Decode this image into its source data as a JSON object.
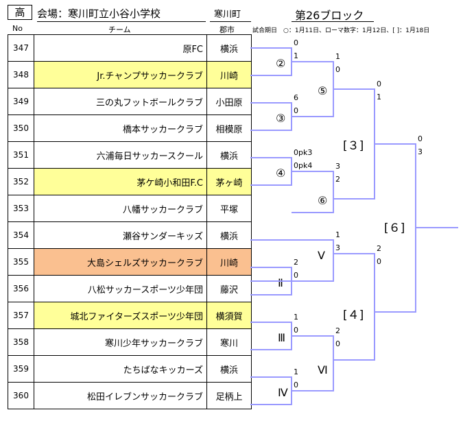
{
  "header": {
    "level": "高",
    "venue": "会場：寒川町立小谷小学校",
    "town": "寒川町",
    "block": "第26ブロック",
    "legend": "試合期日　○：1月11日、ローマ数字：1月12日、[ ]：1月18日"
  },
  "columns": {
    "no": "No",
    "team": "チーム",
    "city": "郡市"
  },
  "teams": [
    {
      "no": "347",
      "name": "原FC",
      "city": "横浜",
      "highlight": ""
    },
    {
      "no": "348",
      "name": "Jr.チャンプサッカークラブ",
      "city": "川崎",
      "highlight": "yellow"
    },
    {
      "no": "349",
      "name": "三の丸フットボールクラブ",
      "city": "小田原",
      "highlight": ""
    },
    {
      "no": "350",
      "name": "橋本サッカークラブ",
      "city": "相模原",
      "highlight": ""
    },
    {
      "no": "351",
      "name": "六浦毎日サッカースクール",
      "city": "横浜",
      "highlight": ""
    },
    {
      "no": "352",
      "name": "茅ケ崎小和田F.C",
      "city": "茅ヶ崎",
      "highlight": "yellow"
    },
    {
      "no": "353",
      "name": "八幡サッカークラブ",
      "city": "平塚",
      "highlight": ""
    },
    {
      "no": "354",
      "name": "瀬谷サンダーキッズ",
      "city": "横浜",
      "highlight": ""
    },
    {
      "no": "355",
      "name": "大島シェルズサッカークラブ",
      "city": "川崎",
      "highlight": "orange"
    },
    {
      "no": "356",
      "name": "八松サッカースポーツ少年団",
      "city": "藤沢",
      "highlight": ""
    },
    {
      "no": "357",
      "name": "城北ファイターズスポーツ少年団",
      "city": "横須賀",
      "highlight": "yellow"
    },
    {
      "no": "358",
      "name": "寒川少年サッカークラブ",
      "city": "寒川",
      "highlight": ""
    },
    {
      "no": "359",
      "name": "たちばなキッカーズ",
      "city": "横浜",
      "highlight": ""
    },
    {
      "no": "360",
      "name": "松田イレブンサッカークラブ",
      "city": "足柄上",
      "highlight": ""
    }
  ],
  "bracket": {
    "line_color": "#9999ff",
    "matches": [
      {
        "label": "②",
        "score_top": "0",
        "score_bottom": "1"
      },
      {
        "label": "③",
        "score_top": "6",
        "score_bottom": "0"
      },
      {
        "label": "④",
        "score_top": "0pk3",
        "score_bottom": "0pk4"
      },
      {
        "label": "Ⅱ",
        "score_top": "2",
        "score_bottom": "0"
      },
      {
        "label": "Ⅲ",
        "score_top": "1",
        "score_bottom": "0"
      },
      {
        "label": "Ⅳ",
        "score_top": "1",
        "score_bottom": "0"
      },
      {
        "label": "⑤",
        "score_top": "1",
        "score_bottom": "0"
      },
      {
        "label": "⑥",
        "score_top": "3",
        "score_bottom": "2"
      },
      {
        "label": "Ⅴ",
        "score_top": "1",
        "score_bottom": "3"
      },
      {
        "label": "Ⅵ",
        "score_top": "2",
        "score_bottom": "0"
      },
      {
        "label": "[３]",
        "score_top": "0",
        "score_bottom": "1"
      },
      {
        "label": "[４]",
        "score_top": "2",
        "score_bottom": "0"
      },
      {
        "label": "[６]",
        "score_top": "0",
        "score_bottom": "3"
      }
    ]
  }
}
